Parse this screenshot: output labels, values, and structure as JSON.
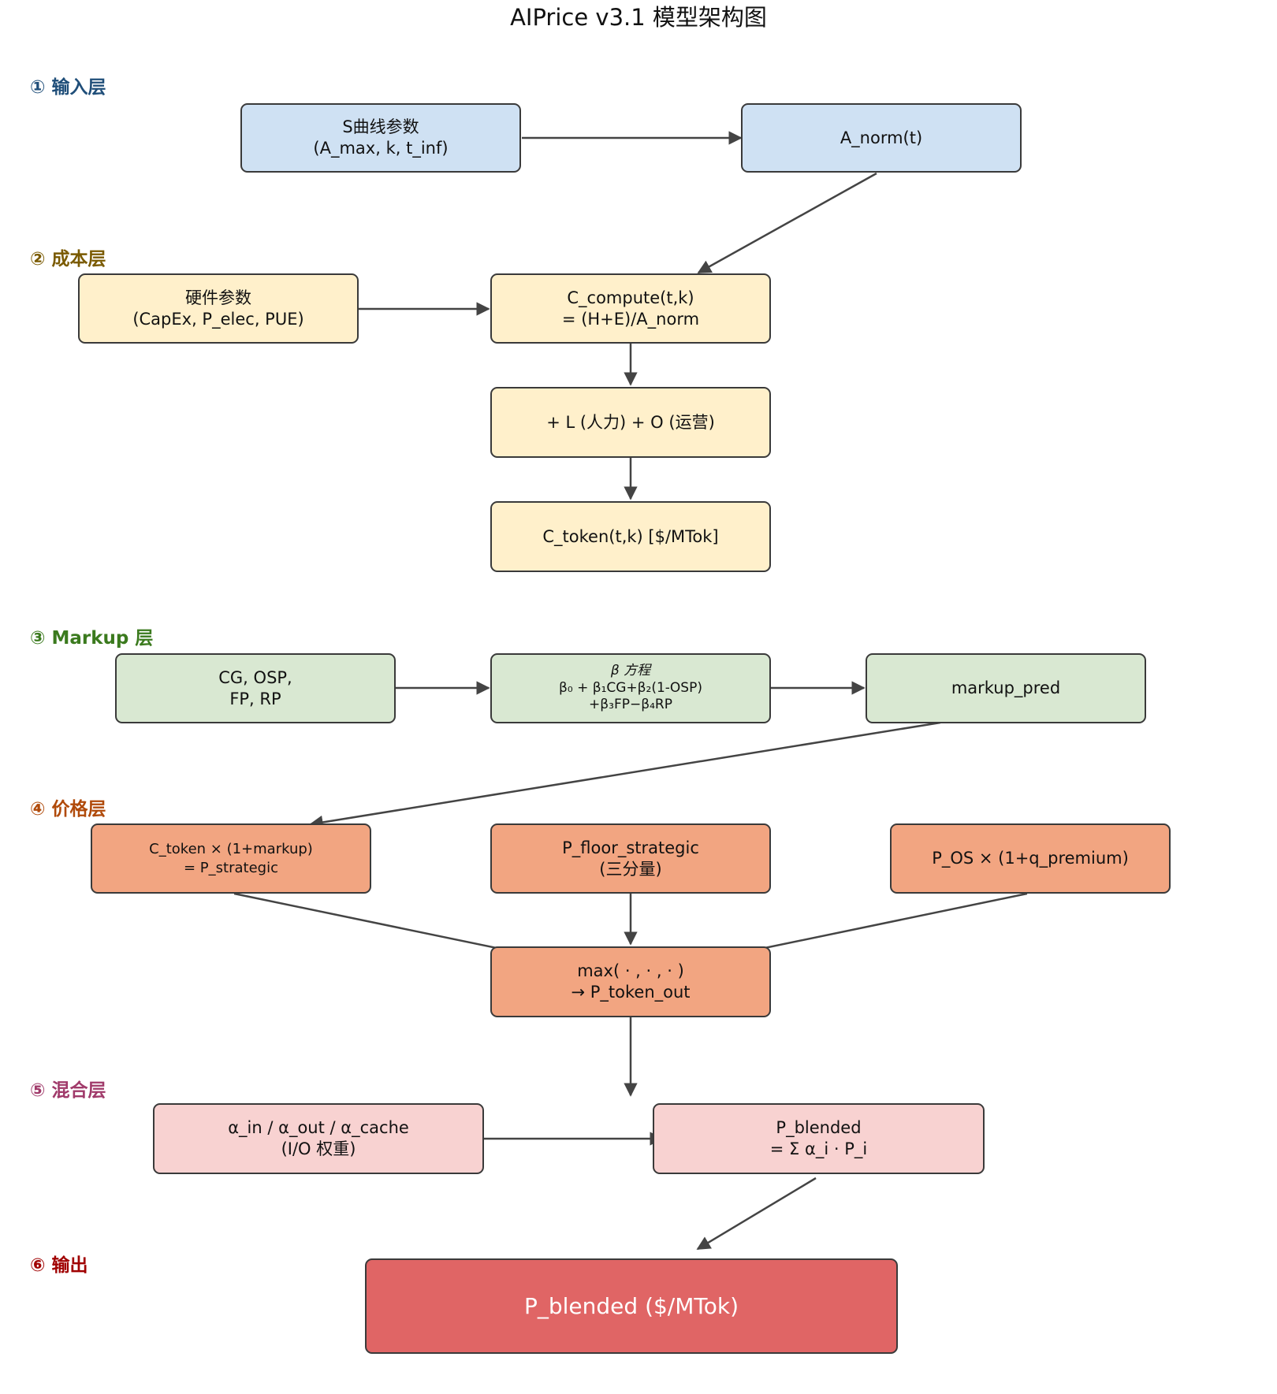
{
  "title": "AIPrice v3.1 模型架构图",
  "colors": {
    "input": "#cfe1f3",
    "cost": "#fff0cb",
    "markup": "#d9e8d2",
    "price": "#f2a581",
    "blend": "#f8d2d1",
    "output": "#e06565",
    "border": "#3a3a3a",
    "arrow": "#444444"
  },
  "layers": [
    {
      "label": "① 输入层",
      "color": "#1f4e79"
    },
    {
      "label": "② 成本层",
      "color": "#7a5a00"
    },
    {
      "label": "③ Markup 层",
      "color": "#3b7a1e"
    },
    {
      "label": "④ 价格层",
      "color": "#b04a0a"
    },
    {
      "label": "⑤ 混合层",
      "color": "#a03a6a"
    },
    {
      "label": "⑥ 输出",
      "color": "#a00000"
    }
  ],
  "nodes": {
    "s_curve": {
      "line1": "S曲线参数",
      "line2": "(A_max, k, t_inf)"
    },
    "a_norm": {
      "line1": "A_norm(t)"
    },
    "hardware": {
      "line1": "硬件参数",
      "line2": "(CapEx, P_elec, PUE)"
    },
    "c_compute": {
      "line1": "C_compute(t,k)",
      "line2": "= (H+E)/A_norm"
    },
    "labor_ops": {
      "line1": "+ L (人力) + O (运营)"
    },
    "c_token": {
      "line1": "C_token(t,k)  [$/MTok]"
    },
    "features": {
      "line1": "CG, OSP,",
      "line2": "FP, RP"
    },
    "beta_eq": {
      "line1": "β 方程",
      "line2": "β₀ + β₁CG+β₂(1-OSP)",
      "line3": "+β₃FP−β₄RP"
    },
    "markup_pred": {
      "line1": "markup_pred"
    },
    "p_strategic": {
      "line1": "C_token × (1+markup)",
      "line2": "= P_strategic"
    },
    "p_floor": {
      "line1": "P_floor_strategic",
      "line2": "(三分量)"
    },
    "p_os": {
      "line1": "P_OS × (1+q_premium)"
    },
    "max_node": {
      "line1": "max( · , · , · )",
      "line2": "→ P_token_out"
    },
    "alpha": {
      "line1": "α_in / α_out / α_cache",
      "line2": "(I/O 权重)"
    },
    "p_blended_mid": {
      "line1": "P_blended",
      "line2": "= Σ α_i · P_i"
    },
    "output": {
      "line1": "P_blended  ($/MTok)"
    }
  }
}
